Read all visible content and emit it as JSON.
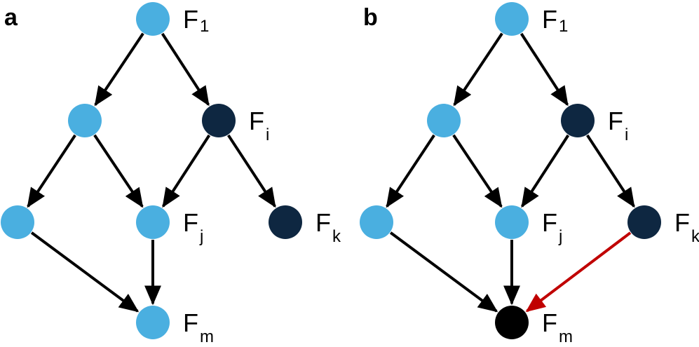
{
  "colors": {
    "light_node": "#4aafe0",
    "dark_node": "#0e2741",
    "black_node": "#000000",
    "edge": "#000000",
    "highlight_edge": "#c00000"
  },
  "panels": [
    {
      "letter": "a",
      "nodes": [
        {
          "id": "n1",
          "fill": "light",
          "label_main": "F",
          "label_sub": "1"
        },
        {
          "id": "n2",
          "fill": "light",
          "label_main": "",
          "label_sub": ""
        },
        {
          "id": "n3",
          "fill": "dark",
          "label_main": "F",
          "label_sub": "i"
        },
        {
          "id": "n4",
          "fill": "light",
          "label_main": "",
          "label_sub": ""
        },
        {
          "id": "n5",
          "fill": "light",
          "label_main": "F",
          "label_sub": "j"
        },
        {
          "id": "n6",
          "fill": "dark",
          "label_main": "F",
          "label_sub": "k"
        },
        {
          "id": "n7",
          "fill": "light",
          "label_main": "F",
          "label_sub": "m"
        }
      ],
      "edges": [
        {
          "from": "n1",
          "to": "n2",
          "highlight": false
        },
        {
          "from": "n1",
          "to": "n3",
          "highlight": false
        },
        {
          "from": "n2",
          "to": "n4",
          "highlight": false
        },
        {
          "from": "n2",
          "to": "n5",
          "highlight": false
        },
        {
          "from": "n3",
          "to": "n5",
          "highlight": false
        },
        {
          "from": "n3",
          "to": "n6",
          "highlight": false
        },
        {
          "from": "n4",
          "to": "n7",
          "highlight": false
        },
        {
          "from": "n5",
          "to": "n7",
          "highlight": false
        }
      ]
    },
    {
      "letter": "b",
      "nodes": [
        {
          "id": "n1",
          "fill": "light",
          "label_main": "F",
          "label_sub": "1"
        },
        {
          "id": "n2",
          "fill": "light",
          "label_main": "",
          "label_sub": ""
        },
        {
          "id": "n3",
          "fill": "dark",
          "label_main": "F",
          "label_sub": "i"
        },
        {
          "id": "n4",
          "fill": "light",
          "label_main": "",
          "label_sub": ""
        },
        {
          "id": "n5",
          "fill": "light",
          "label_main": "F",
          "label_sub": "j"
        },
        {
          "id": "n6",
          "fill": "dark",
          "label_main": "F",
          "label_sub": "k"
        },
        {
          "id": "n7",
          "fill": "black",
          "label_main": "F",
          "label_sub": "m"
        }
      ],
      "edges": [
        {
          "from": "n1",
          "to": "n2",
          "highlight": false
        },
        {
          "from": "n1",
          "to": "n3",
          "highlight": false
        },
        {
          "from": "n2",
          "to": "n4",
          "highlight": false
        },
        {
          "from": "n2",
          "to": "n5",
          "highlight": false
        },
        {
          "from": "n3",
          "to": "n5",
          "highlight": false
        },
        {
          "from": "n3",
          "to": "n6",
          "highlight": false
        },
        {
          "from": "n4",
          "to": "n7",
          "highlight": false
        },
        {
          "from": "n5",
          "to": "n7",
          "highlight": false
        },
        {
          "from": "n6",
          "to": "n7",
          "highlight": true
        }
      ]
    }
  ]
}
